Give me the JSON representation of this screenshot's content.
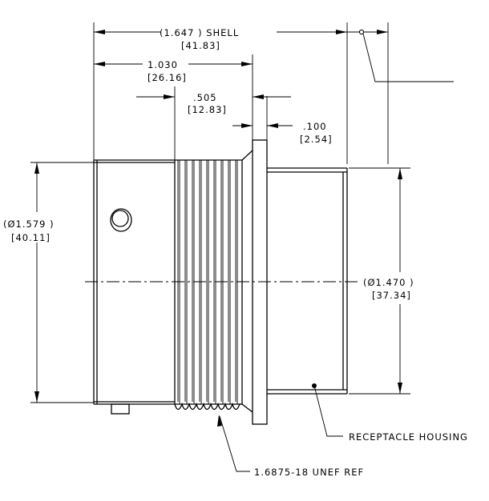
{
  "dimensions": {
    "shell_length": {
      "inch": "(1.647  ) SHELL",
      "mm": "[41.83]"
    },
    "length_1": {
      "inch": "1.030",
      "mm": "[26.16]"
    },
    "length_2": {
      "inch": ".505",
      "mm": "[12.83]"
    },
    "flange_thickness": {
      "inch": ".100",
      "mm": "[2.54]"
    },
    "shell_diameter": {
      "inch": "(Ø1.579  )",
      "mm": "[40.11]"
    },
    "housing_diameter": {
      "inch": "(Ø1.470  )",
      "mm": "[37.34]"
    }
  },
  "callouts": {
    "receptacle_housing": "RECEPTACLE HOUSING",
    "thread": "1.6875-18 UNEF REF"
  }
}
